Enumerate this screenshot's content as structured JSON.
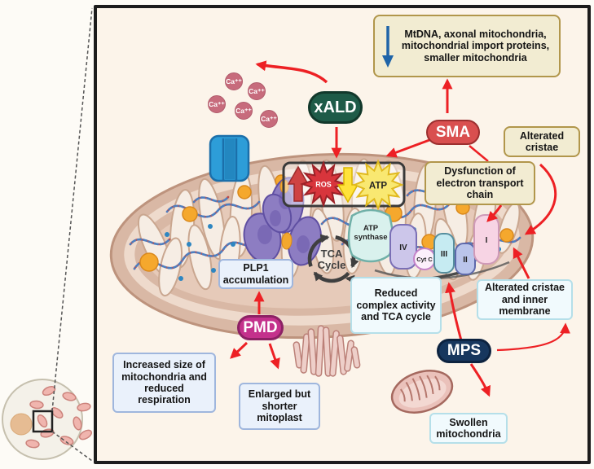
{
  "diseases": {
    "xald": "xALD",
    "sma": "SMA",
    "pmd": "PMD",
    "mps": "MPS"
  },
  "boxes": {
    "mtdna": "MtDNA, axonal mitochondria, mitochondrial import proteins, smaller mitochondria",
    "alterated_cristae": "Alterated cristae",
    "dysfunction": "Dysfunction of electron transport chain",
    "plp1": "PLP1 accumulation",
    "reduced_complex": "Reduced complex activity and TCA cycle",
    "alterated_inner": "Alterated cristae and inner membrane",
    "increased_size": "Increased size of mitochondria and reduced respiration",
    "enlarged_mitoplast": "Enlarged but shorter mitoplast",
    "swollen": "Swollen mitochondria"
  },
  "organelle": {
    "ros": "ROS",
    "atp": "ATP",
    "atp_synthase": {
      "line1": "ATP",
      "line2": "synthase"
    },
    "tca": {
      "line1": "TCA",
      "line2": "Cycle"
    },
    "complexes": {
      "c4": "IV",
      "cytc": "Cyt C",
      "c3": "III",
      "c2": "II",
      "c1": "I"
    }
  },
  "ions": {
    "ca": "Ca⁺⁺"
  },
  "colors": {
    "background": "#fcf4ea",
    "frame_border": "#1c1c1c",
    "red_arrow": "#ed2024",
    "blue_arrow": "#1f64a8",
    "xald_pill": "#1e5b48",
    "sma_pill": "#d94f4f",
    "pmd_pill": "#c4318c",
    "mps_pill": "#17375e",
    "tan_box": "#f2ecd2",
    "blue_box": "#eaf1fb",
    "mito_outer": "#d9b8a5",
    "ros_star": "#d8353c",
    "atp_star": "#f9e871",
    "ca_ion": "#c76b7c"
  }
}
